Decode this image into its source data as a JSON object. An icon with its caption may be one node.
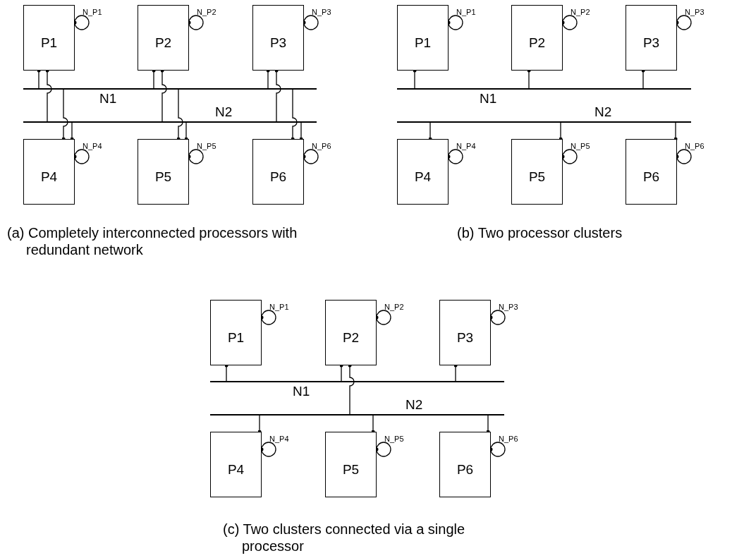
{
  "diagram": {
    "nodes": [
      {
        "text": [
          "P1"
        ],
        "beside": [
          "N_P1"
        ]
      },
      {
        "text": [
          "P2"
        ],
        "beside": [
          "N_P2"
        ]
      },
      {
        "text": [
          "P3"
        ],
        "beside": [
          "N_P3"
        ]
      },
      {
        "text": [
          "N1"
        ]
      },
      {
        "text": [
          "N2"
        ]
      },
      {
        "text": [
          "P4"
        ],
        "beside": [
          "N_P4"
        ]
      },
      {
        "text": [
          "P5"
        ],
        "beside": [
          "N_P5"
        ]
      },
      {
        "text": [
          "P6"
        ],
        "beside": [
          "N_P6"
        ]
      },
      {
        "text": [
          "P1"
        ],
        "beside": [
          "N_P1"
        ]
      },
      {
        "text": [
          "P2"
        ],
        "beside": [
          "N_P2"
        ]
      },
      {
        "text": [
          "P3"
        ],
        "beside": [
          "N_P3"
        ]
      },
      {
        "text": [
          "N1"
        ]
      },
      {
        "text": [
          "N2"
        ]
      },
      {
        "text": [
          "P4"
        ],
        "beside": [
          "N_P4"
        ]
      },
      {
        "text": [
          "P5"
        ],
        "beside": [
          "N_P5"
        ]
      },
      {
        "text": [
          "P6"
        ],
        "beside": [
          "N_P6"
        ]
      },
      {
        "text": [
          "P1"
        ],
        "beside": [
          "N_P1"
        ]
      },
      {
        "text": [
          "P2"
        ],
        "beside": [
          "N_P2"
        ]
      },
      {
        "text": [
          "P3"
        ],
        "beside": [
          "N_P3"
        ]
      },
      {
        "text": [
          "N1"
        ]
      },
      {
        "text": [
          "N2"
        ]
      },
      {
        "text": [
          "P4"
        ],
        "beside": [
          "N_P4"
        ]
      },
      {
        "text": [
          "P5"
        ],
        "beside": [
          "N_P5"
        ]
      },
      {
        "text": [
          "P6"
        ],
        "beside": [
          "N_P6"
        ]
      }
    ],
    "edges": [
      {
        "from": 0,
        "to": 0,
        "arrow": "other"
      },
      {
        "from": 1,
        "to": 1,
        "arrow": "other"
      },
      {
        "from": 2,
        "to": 2,
        "arrow": "other"
      },
      {
        "from": 5,
        "to": 5,
        "arrow": "other"
      },
      {
        "from": 6,
        "to": 6,
        "arrow": "other"
      },
      {
        "from": 7,
        "to": 7,
        "arrow": "other"
      },
      {
        "from": 0,
        "to": 3,
        "arrow": "other"
      },
      {
        "from": 0,
        "to": 4,
        "arrow": "other"
      },
      {
        "from": 1,
        "to": 3,
        "arrow": "other"
      },
      {
        "from": 1,
        "to": 4,
        "arrow": "other"
      },
      {
        "from": 2,
        "to": 3,
        "arrow": "other"
      },
      {
        "from": 2,
        "to": 4,
        "arrow": "other"
      },
      {
        "from": 5,
        "to": 3,
        "arrow": "other"
      },
      {
        "from": 5,
        "to": 4,
        "arrow": "other"
      },
      {
        "from": 6,
        "to": 3,
        "arrow": "other"
      },
      {
        "from": 6,
        "to": 4,
        "arrow": "other"
      },
      {
        "from": 7,
        "to": 3,
        "arrow": "other"
      },
      {
        "from": 7,
        "to": 4,
        "arrow": "other"
      },
      {
        "from": 8,
        "to": 8,
        "arrow": "other"
      },
      {
        "from": 9,
        "to": 9,
        "arrow": "other"
      },
      {
        "from": 10,
        "to": 10,
        "arrow": "other"
      },
      {
        "from": 13,
        "to": 13,
        "arrow": "other"
      },
      {
        "from": 14,
        "to": 14,
        "arrow": "other"
      },
      {
        "from": 15,
        "to": 15,
        "arrow": "other"
      },
      {
        "from": 8,
        "to": 11,
        "arrow": "other"
      },
      {
        "from": 9,
        "to": 11,
        "arrow": "other"
      },
      {
        "from": 10,
        "to": 11,
        "arrow": "other"
      },
      {
        "from": 13,
        "to": 12,
        "arrow": "other"
      },
      {
        "from": 14,
        "to": 12,
        "arrow": "other"
      },
      {
        "from": 15,
        "to": 12,
        "arrow": "other"
      },
      {
        "from": 16,
        "to": 16,
        "arrow": "other"
      },
      {
        "from": 17,
        "to": 17,
        "arrow": "other"
      },
      {
        "from": 18,
        "to": 18,
        "arrow": "other"
      },
      {
        "from": 21,
        "to": 21,
        "arrow": "other"
      },
      {
        "from": 22,
        "to": 22,
        "arrow": "other"
      },
      {
        "from": 23,
        "to": 23,
        "arrow": "other"
      },
      {
        "from": 16,
        "to": 19,
        "arrow": "other"
      },
      {
        "from": 17,
        "to": 19,
        "arrow": "other"
      },
      {
        "from": 17,
        "to": 20,
        "arrow": "other"
      },
      {
        "from": 18,
        "to": 19,
        "arrow": "other"
      },
      {
        "from": 21,
        "to": 20,
        "arrow": "other"
      },
      {
        "from": 22,
        "to": 20,
        "arrow": "other"
      },
      {
        "from": 23,
        "to": 20,
        "arrow": "other"
      }
    ],
    "labels": [
      "(a) Completely interconnected processors with redundant network",
      "(b) Two processor clusters",
      "(c) Two clusters connected via a single processor"
    ]
  }
}
